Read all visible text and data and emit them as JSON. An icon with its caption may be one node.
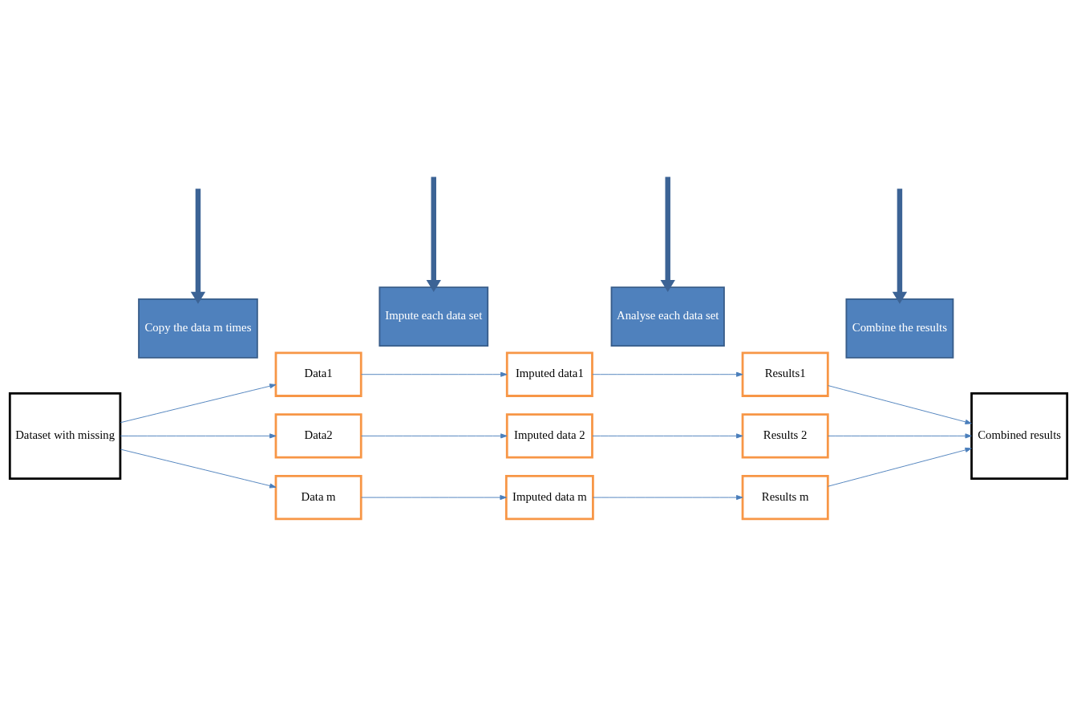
{
  "diagram": {
    "nodes": [
      {
        "text": [
          "Dataset with missing"
        ]
      },
      {
        "text": [
          "Data1"
        ]
      },
      {
        "text": [
          "Data2"
        ]
      },
      {
        "text": [
          "Data m"
        ]
      },
      {
        "text": [
          "Imputed data1"
        ]
      },
      {
        "text": [
          "Imputed data 2"
        ]
      },
      {
        "text": [
          "Imputed data m"
        ]
      },
      {
        "text": [
          "Results1"
        ]
      },
      {
        "text": [
          "Results 2"
        ]
      },
      {
        "text": [
          "Results m"
        ]
      },
      {
        "text": [
          "Combined results"
        ]
      },
      {
        "text": [
          "Copy the data m times"
        ]
      },
      {
        "text": [
          "Impute each data set"
        ]
      },
      {
        "text": [
          "Analyse each data set"
        ]
      },
      {
        "text": [
          "Combine the results"
        ]
      }
    ],
    "edges": [
      {
        "from": 0,
        "to": 1,
        "arrow": "to"
      },
      {
        "from": 0,
        "to": 2,
        "arrow": "to"
      },
      {
        "from": 0,
        "to": 3,
        "arrow": "to"
      },
      {
        "from": 1,
        "to": 4,
        "arrow": "to"
      },
      {
        "from": 2,
        "to": 5,
        "arrow": "to"
      },
      {
        "from": 3,
        "to": 6,
        "arrow": "to"
      },
      {
        "from": 4,
        "to": 7,
        "arrow": "to"
      },
      {
        "from": 5,
        "to": 8,
        "arrow": "to"
      },
      {
        "from": 6,
        "to": 9,
        "arrow": "to"
      },
      {
        "from": 7,
        "to": 10,
        "arrow": "to"
      },
      {
        "from": 8,
        "to": 10,
        "arrow": "to"
      },
      {
        "from": 9,
        "to": 10,
        "arrow": "to"
      },
      {
        "from": null,
        "to": 11,
        "arrow": "to",
        "style": "thick",
        "color": "#3c6395"
      },
      {
        "from": null,
        "to": 12,
        "arrow": "to",
        "style": "thick",
        "color": "#3c6395"
      },
      {
        "from": null,
        "to": 13,
        "arrow": "to",
        "style": "thick",
        "color": "#3c6395"
      },
      {
        "from": null,
        "to": 14,
        "arrow": "to",
        "style": "thick",
        "color": "#3c6395"
      }
    ]
  }
}
